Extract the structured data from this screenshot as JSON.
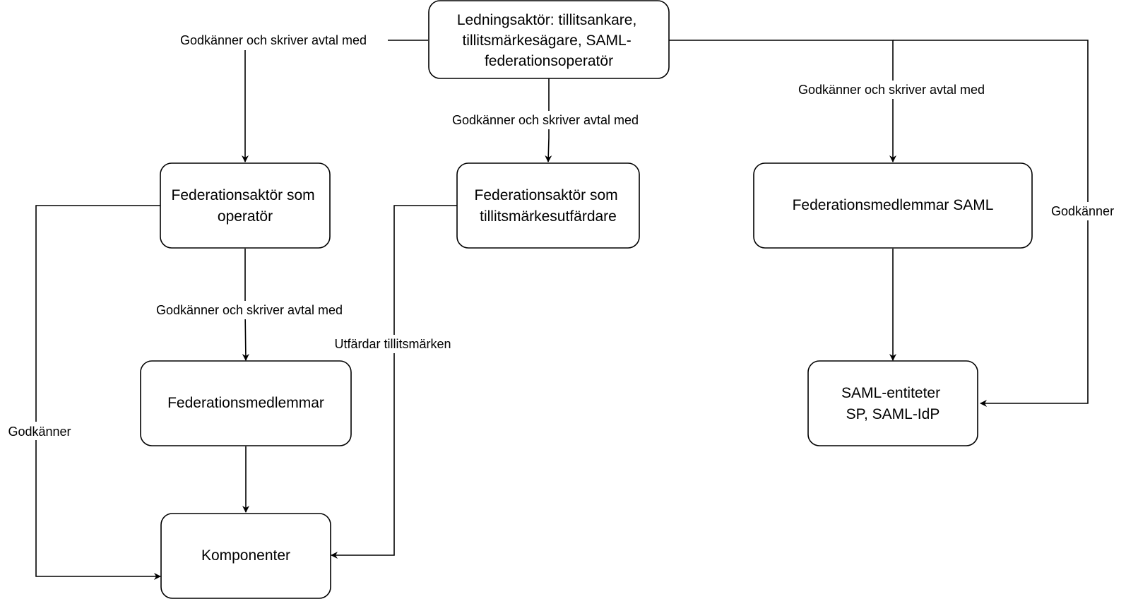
{
  "nodes": {
    "root": {
      "lines": [
        "Ledningsaktör: tillitsankare,",
        "tillitsmärkesägare, SAML-",
        "federationsoperatör"
      ]
    },
    "operator": {
      "lines": [
        "Federationsaktör som",
        "operatör"
      ]
    },
    "issuer": {
      "lines": [
        "Federationsaktör som",
        "tillitsmärkesutfärdare"
      ]
    },
    "saml_members": {
      "lines": [
        "Federationsmedlemmar SAML"
      ]
    },
    "members": {
      "lines": [
        "Federationsmedlemmar"
      ]
    },
    "components": {
      "lines": [
        "Komponenter"
      ]
    },
    "saml_entities": {
      "lines": [
        "SAML-entiteter",
        "SP, SAML-IdP"
      ]
    }
  },
  "edges": {
    "root_to_operator": "Godkänner och skriver avtal med",
    "root_to_issuer": "Godkänner och skriver avtal med",
    "root_to_saml_members": "Godkänner och skriver avtal med",
    "root_to_saml_entities": "Godkänner",
    "operator_to_members": "Godkänner och skriver avtal med",
    "operator_to_components": "Godkänner",
    "issuer_to_components": "Utfärdar tillitsmärken",
    "members_to_components": "",
    "saml_members_to_saml_entities": ""
  }
}
